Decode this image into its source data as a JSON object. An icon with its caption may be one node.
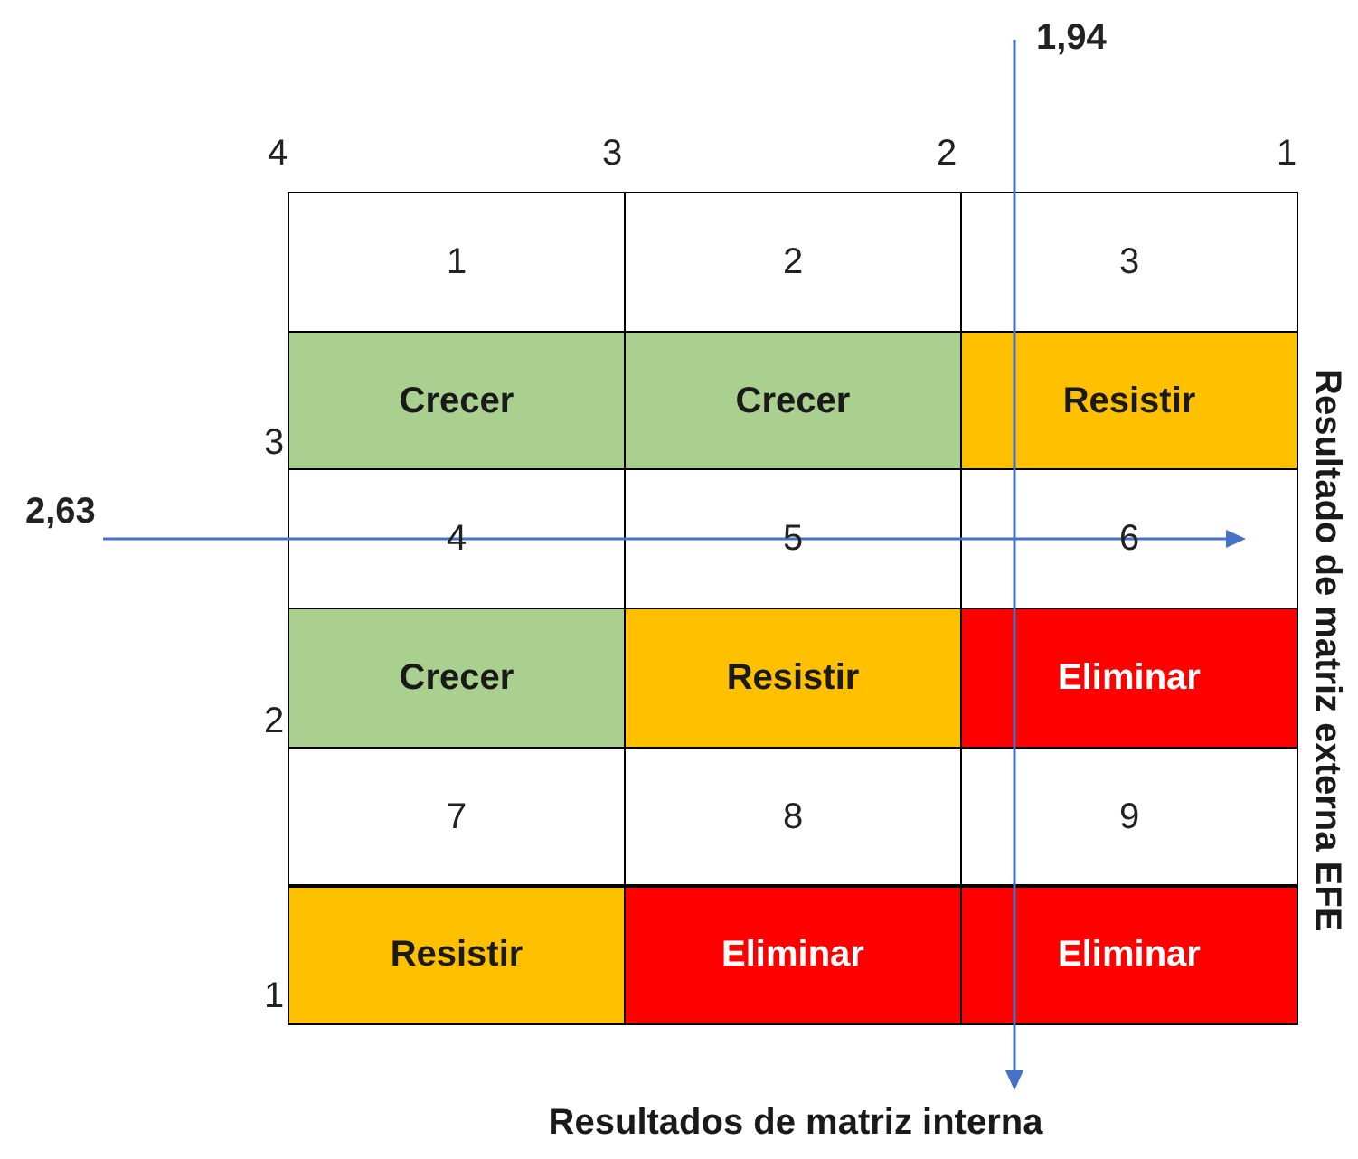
{
  "diagram": {
    "nodes": [
      {
        "text": [
          "1"
        ]
      },
      {
        "text": [
          "2"
        ]
      },
      {
        "text": [
          "3"
        ]
      },
      {
        "text": [
          "Crecer"
        ]
      },
      {
        "text": [
          "Crecer"
        ]
      },
      {
        "text": [
          "Resistir"
        ]
      },
      {
        "text": [
          "4"
        ]
      },
      {
        "text": [
          "5"
        ]
      },
      {
        "text": [
          "6"
        ]
      },
      {
        "text": [
          "Crecer"
        ]
      },
      {
        "text": [
          "Resistir"
        ]
      },
      {
        "text": [
          "Eliminar"
        ]
      },
      {
        "text": [
          "7"
        ]
      },
      {
        "text": [
          "8"
        ]
      },
      {
        "text": [
          "9"
        ]
      },
      {
        "text": [
          "Resistir"
        ]
      },
      {
        "text": [
          "Eliminar"
        ]
      },
      {
        "text": [
          "Eliminar"
        ]
      }
    ],
    "labels": [
      "1,94",
      "4",
      "3",
      "2",
      "1",
      "3",
      "2,63",
      "2",
      "1",
      "Resultado de matriz externa EFE",
      "Resultados de matriz interna"
    ]
  }
}
